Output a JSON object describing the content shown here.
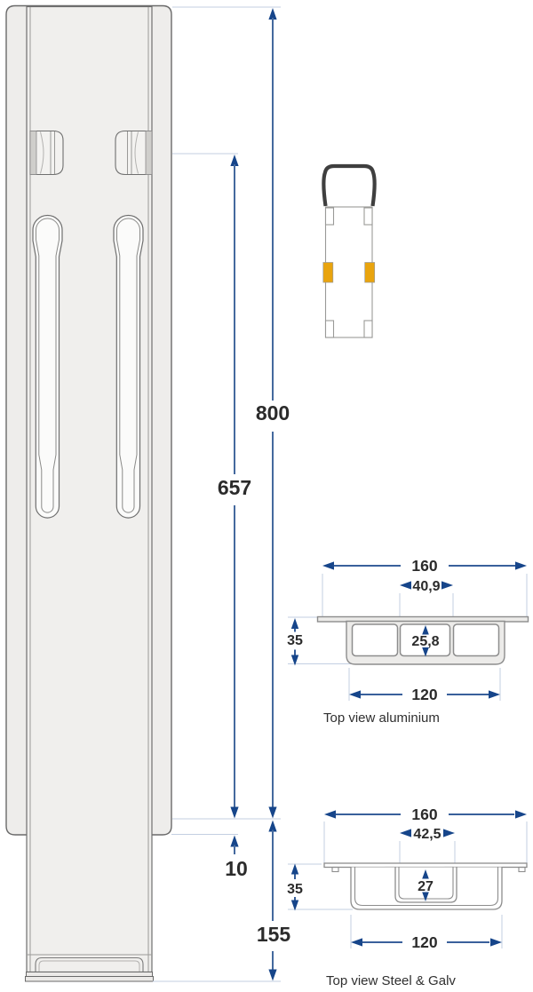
{
  "elevation": {
    "dim_total_height": "800",
    "dim_sleeve_height": "657",
    "dim_ground_offset": "10",
    "dim_base_height": "155"
  },
  "aluminium_section": {
    "label": "Top view aluminium",
    "dim_width": "160",
    "dim_slot_width": "40,9",
    "dim_height": "35",
    "dim_inner_width": "25,8",
    "dim_base_width": "120"
  },
  "steel_section": {
    "label": "Top view Steel & Galv",
    "dim_width": "160",
    "dim_slot_width": "42,5",
    "dim_height": "35",
    "dim_inner_width": "27",
    "dim_base_width": "120"
  },
  "colors": {
    "dimension_arrow": "#16458a",
    "dimension_line": "#44699e",
    "extension_line": "#c3cfe2",
    "drawing_outline": "#6a6a6a",
    "profile_outline": "#8d8d8d",
    "body_fill": "#eeedeb",
    "text": "#2b2b2b",
    "cap_dark": "#3f3f3f",
    "accent_yellow": "#e9a40e"
  }
}
